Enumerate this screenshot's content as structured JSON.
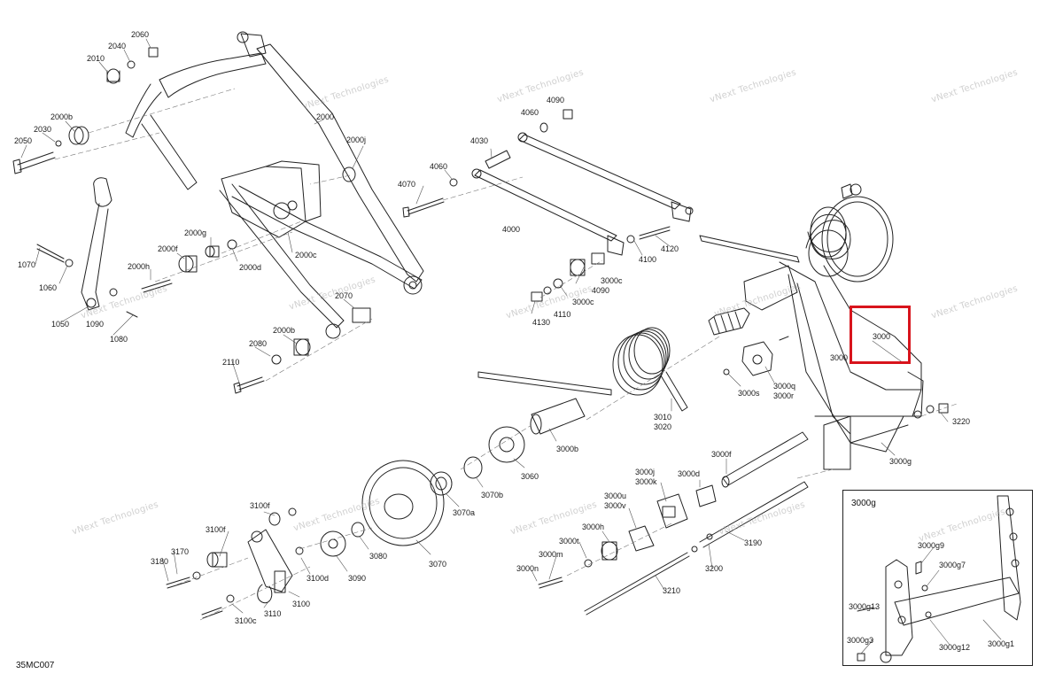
{
  "diagram_code": "35MC007",
  "watermark": {
    "line1": "vNext Technologies",
    "line2a": "vNext",
    "line2b": "Technologies"
  },
  "inset": {
    "title": "3000g"
  },
  "highlight": {
    "color": "#d8141c",
    "label": "3000"
  },
  "labels": {
    "l2060": "2060",
    "l2040": "2040",
    "l2010": "2010",
    "l2000b1": "2000b",
    "l2030": "2030",
    "l2050": "2050",
    "l2000": "2000",
    "l2000j": "2000j",
    "l2000g": "2000g",
    "l2000f": "2000f",
    "l2000d": "2000d",
    "l2000c": "2000c",
    "l2000h": "2000h",
    "l1070": "1070",
    "l1060": "1060",
    "l1050": "1050",
    "l1090": "1090",
    "l1080": "1080",
    "l2070": "2070",
    "l2000b2": "2000b",
    "l2080": "2080",
    "l2110": "2110",
    "l4090a": "4090",
    "l4060a": "4060",
    "l4030": "4030",
    "l4060b": "4060",
    "l4070": "4070",
    "l4000": "4000",
    "l4120": "4120",
    "l4100": "4100",
    "l3000c1": "3000c",
    "l4090b": "4090",
    "l3000c2": "3000c",
    "l4110": "4110",
    "l4130": "4130",
    "l3000a": "3000",
    "l3000b": "3000",
    "l3000s": "3000s",
    "l3000q": "3000q",
    "l3000r": "3000r",
    "l3010": "3010",
    "l3020": "3020",
    "l3000bb": "3000b",
    "l3220": "3220",
    "l3000g": "3000g",
    "l3060": "3060",
    "l3070b": "3070b",
    "l3070a": "3070a",
    "l3070": "3070",
    "l3080": "3080",
    "l3090": "3090",
    "l3100d": "3100d",
    "l3100f1": "3100f",
    "l3100f2": "3100f",
    "l3170": "3170",
    "l3180": "3180",
    "l3110": "3110",
    "l3100": "3100",
    "l3100c": "3100c",
    "l3000j": "3000j",
    "l3000k": "3000k",
    "l3000d": "3000d",
    "l3000f": "3000f",
    "l3000u": "3000u",
    "l3000v": "3000v",
    "l3000h": "3000h",
    "l3000t": "3000t",
    "l3000m": "3000m",
    "l3000n": "3000n",
    "l3190": "3190",
    "l3200": "3200",
    "l3210": "3210",
    "l3000g9": "3000g9",
    "l3000g7": "3000g7",
    "l3000g13": "3000g13",
    "l3000g3": "3000g3",
    "l3000g12": "3000g12",
    "l3000g1": "3000g1"
  }
}
